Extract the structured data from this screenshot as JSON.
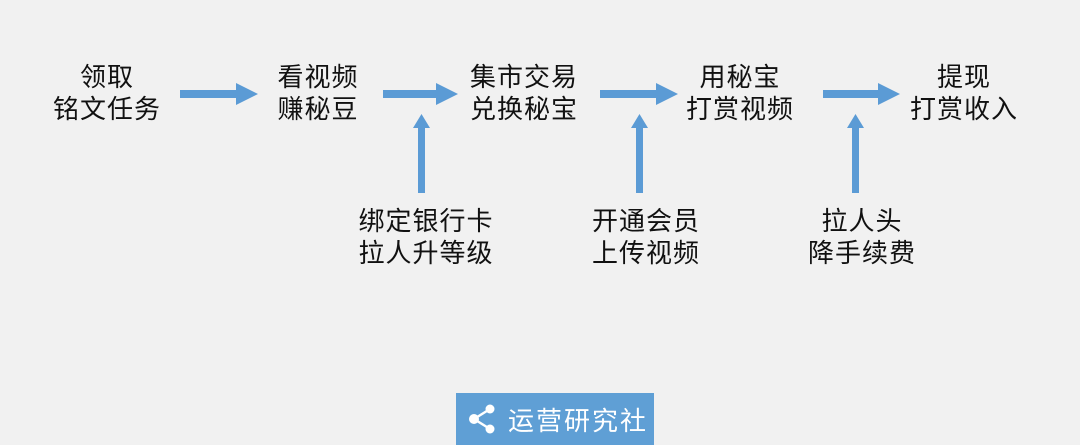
{
  "flow": {
    "steps": [
      {
        "line1": "领取",
        "line2": "铭文任务"
      },
      {
        "line1": "看视频",
        "line2": "赚秘豆"
      },
      {
        "line1": "集市交易",
        "line2": "兑换秘宝"
      },
      {
        "line1": "用秘宝",
        "line2": "打赏视频"
      },
      {
        "line1": "提现",
        "line2": "打赏收入"
      }
    ],
    "inputs": [
      {
        "line1": "绑定银行卡",
        "line2": "拉人升等级"
      },
      {
        "line1": "开通会员",
        "line2": "上传视频"
      },
      {
        "line1": "拉人头",
        "line2": "降手续费"
      }
    ]
  },
  "colors": {
    "arrow": "#5b9bd5",
    "logo_bg": "#5f9fd5",
    "background": "#f1f1f1"
  },
  "logo": {
    "text": "运营研究社",
    "icon": "share-icon"
  }
}
